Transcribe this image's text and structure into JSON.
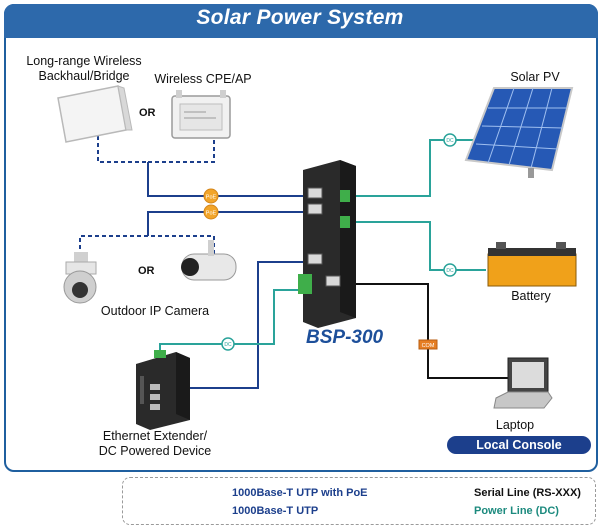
{
  "title": "Solar Power System",
  "labels": {
    "backhaul": "Long-range Wireless\nBackhaul/Bridge",
    "cpe": "Wireless CPE/AP",
    "solar": "Solar PV",
    "battery": "Battery",
    "camera": "Outdoor IP Camera",
    "extender": "Ethernet Extender/\nDC Powered Device",
    "laptop": "Laptop",
    "console": "Local Console",
    "or1": "OR",
    "or2": "OR",
    "product": "BSP-300"
  },
  "badges": {
    "poe": "PoE",
    "dc": "DC",
    "com": "COM"
  },
  "legend": {
    "poe_utp": "1000Base-T UTP with PoE",
    "utp": "1000Base-T UTP",
    "serial": "Serial Line (RS-XXX)",
    "power": "Power Line (DC)"
  },
  "colors": {
    "title_bar": "#2d69ab",
    "frame": "#1f5f9f",
    "utp_line": "#1c3f8c",
    "power_line": "#2aa39a",
    "serial_line": "#111111",
    "poe_badge": "#f2a52a",
    "dc_badge": "#2aa39a",
    "com_badge": "#e67e22",
    "console_bg": "#1c3f8c"
  }
}
